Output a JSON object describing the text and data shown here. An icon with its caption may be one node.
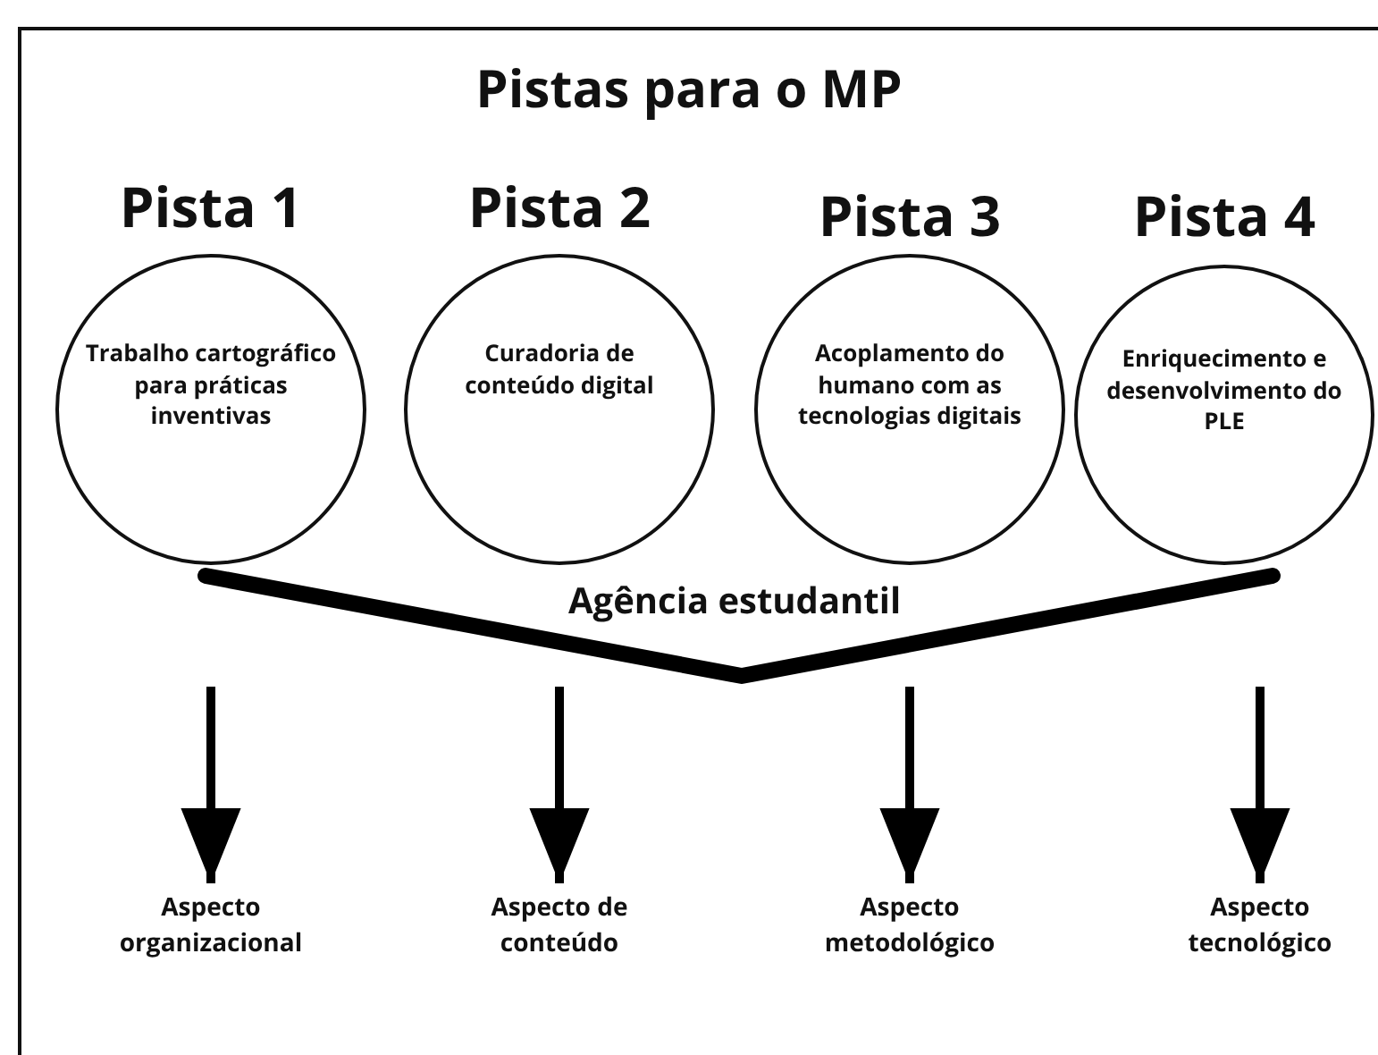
{
  "diagram": {
    "title": "Pistas para o MP",
    "nodes": [
      {
        "text": [
          "Pista 1",
          "Trabalho cartográfico para práticas inventivas"
        ]
      },
      {
        "text": [
          "Pista 2",
          "Curadoria de conteúdo digital"
        ]
      },
      {
        "text": [
          "Pista 3",
          "Acoplamento do humano com as tecnologias digitais"
        ]
      },
      {
        "text": [
          "Pista 4",
          "Enriquecimento e desenvolvimento do PLE"
        ]
      },
      {
        "text": [
          "Agência estudantil"
        ]
      },
      {
        "text": [
          "Aspecto organizacional"
        ]
      },
      {
        "text": [
          "Aspecto de conteúdo"
        ]
      },
      {
        "text": [
          "Aspecto metodológico"
        ]
      },
      {
        "text": [
          "Aspecto tecnológico"
        ]
      }
    ],
    "edges": [
      {
        "from": 4,
        "to": 5,
        "arrow": "to"
      },
      {
        "from": 4,
        "to": 6,
        "arrow": "to"
      },
      {
        "from": 4,
        "to": 7,
        "arrow": "to"
      },
      {
        "from": 4,
        "to": 8,
        "arrow": "to"
      }
    ]
  }
}
